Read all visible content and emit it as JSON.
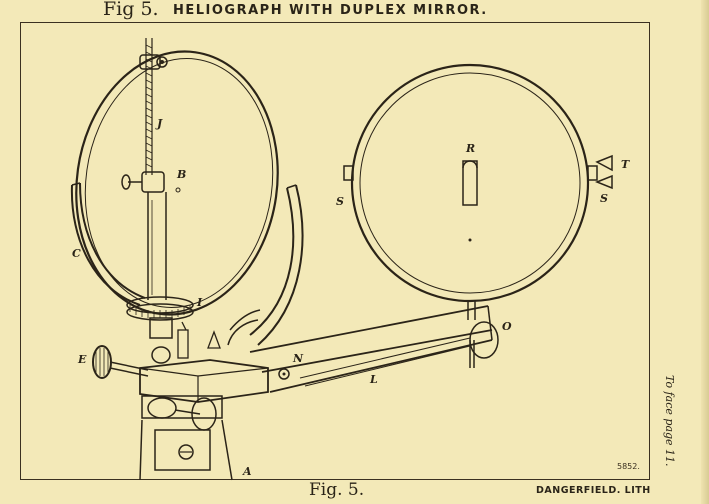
{
  "header": {
    "fig_label": "Fig 5.",
    "title": "HELIOGRAPH WITH DUPLEX MIRROR."
  },
  "footer": {
    "fig_label": "Fig. 5.",
    "lithographer": "DANGERFIELD. LITH",
    "plate_number": "5852."
  },
  "side_note": "To face page 11.",
  "labels": {
    "J": "J",
    "B": "B",
    "C": "C",
    "I": "I",
    "E": "E",
    "N": "N",
    "L": "L",
    "A": "A",
    "O": "O",
    "R": "R",
    "T": "T",
    "S_left": "S",
    "S_right": "S"
  },
  "colors": {
    "paper": "#f3e9b8",
    "ink": "#2b2418"
  }
}
